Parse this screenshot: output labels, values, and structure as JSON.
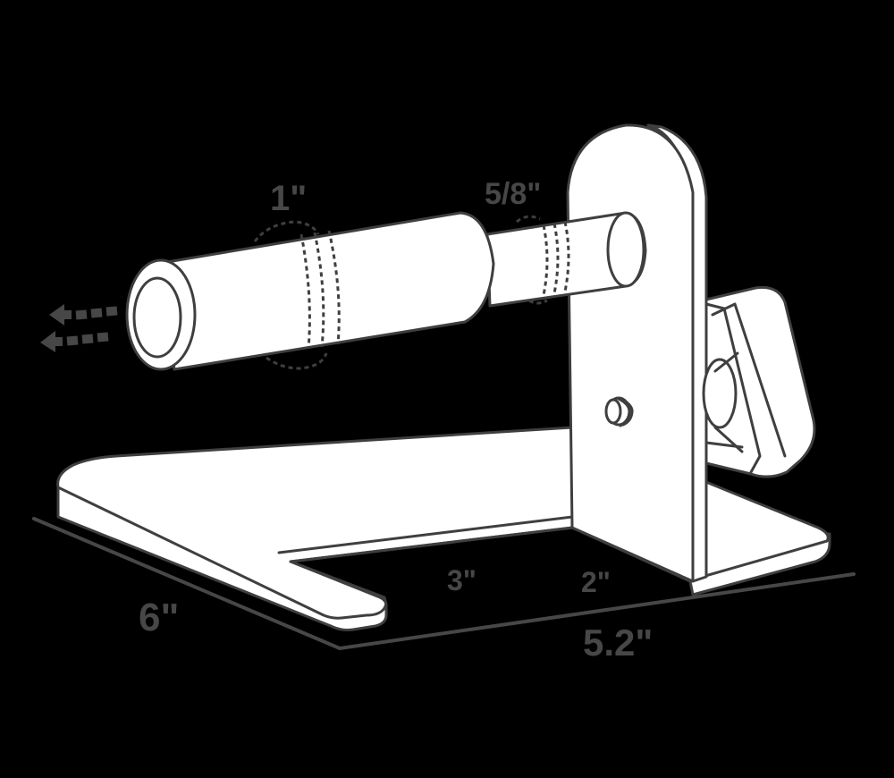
{
  "diagram": {
    "subject": "spool holder stand with rod and side clamp",
    "background": "#000000",
    "stroke_color": "#3f3f3f",
    "label_color": "#474747",
    "fill_color": "#ffffff",
    "dimensions": {
      "rod_large_diameter": "1\"",
      "rod_small_diameter": "5/8\"",
      "base_depth": "6\"",
      "slot_length": "3\"",
      "slot_offset": "2\"",
      "base_width": "5.2\""
    },
    "annotations": {
      "pull_direction": "rod-pull-arrows"
    }
  }
}
